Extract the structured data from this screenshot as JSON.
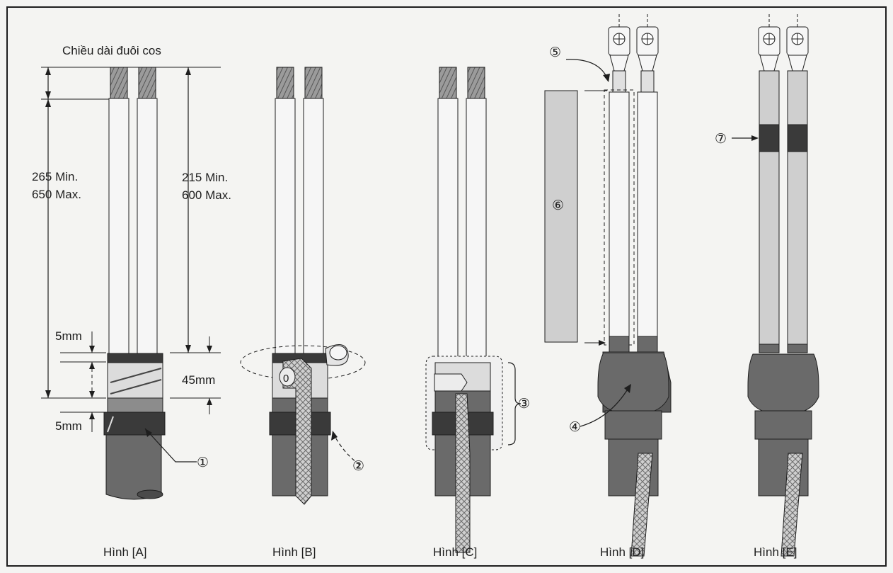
{
  "header_label": "Chiều dài đuôi cos",
  "dimensions": {
    "outer_min": "265 Min.",
    "outer_max": "650 Max.",
    "inner_min": "215 Min.",
    "inner_max": "600 Max.",
    "top_band": "5mm",
    "middle_band": "45mm",
    "bottom_band": "5mm"
  },
  "markers": {
    "m1": "①",
    "m2": "②",
    "m3": "③",
    "m4": "④",
    "m5": "⑤",
    "m6": "⑥",
    "m7": "⑦"
  },
  "figure_captions": [
    "Hình [A]",
    "Hình [B]",
    "Hình [C]",
    "Hình [D]",
    "Hình [E]"
  ],
  "colors": {
    "ink": "#1e1e1e",
    "cable_dark": "#6a6a6a",
    "cable_mid": "#8c8c8c",
    "conductor_light": "#ececec",
    "tape_dark": "#3a3a3a",
    "sleeve_grey": "#cfcfcf",
    "paper": "#f4f4f2"
  }
}
